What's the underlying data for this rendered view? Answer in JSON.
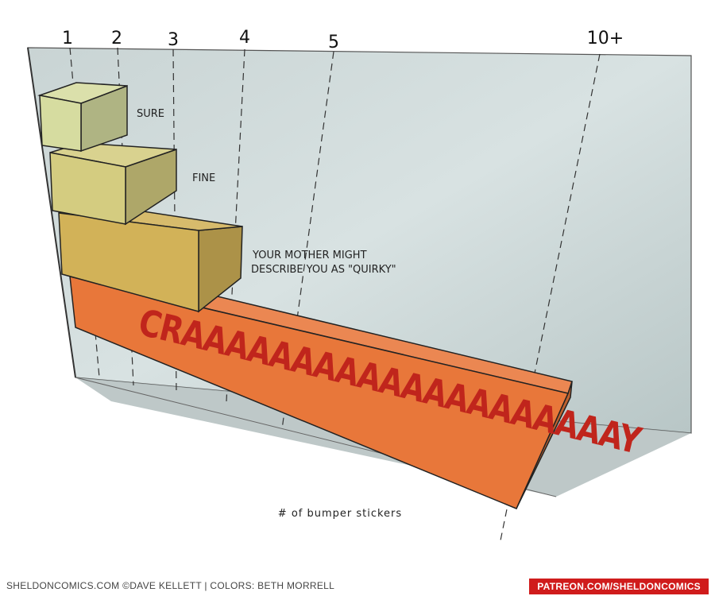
{
  "chart_data": {
    "type": "bar",
    "orientation": "horizontal",
    "x_ticks": [
      "1",
      "2",
      "3",
      "4",
      "5",
      "10+"
    ],
    "xlabel": "# of bumper stickers",
    "categories": [
      "SURE",
      "FINE",
      "YOUR MOTHER MIGHT DESCRIBE YOU AS \"QUIRKY\"",
      "CRAAAAAAAAAAAAAAAAAAAAY"
    ],
    "values": [
      1.5,
      2.5,
      4,
      10
    ],
    "colors": [
      "#d6dca0",
      "#d4cc80",
      "#d2b258",
      "#e8773a"
    ],
    "grid": true
  },
  "footer": {
    "credit": "SHELDONCOMICS.COM ©DAVE KELLETT | COLORS: BETH MORRELL",
    "patreon": "PATREON.COM/SHELDONCOMICS"
  }
}
